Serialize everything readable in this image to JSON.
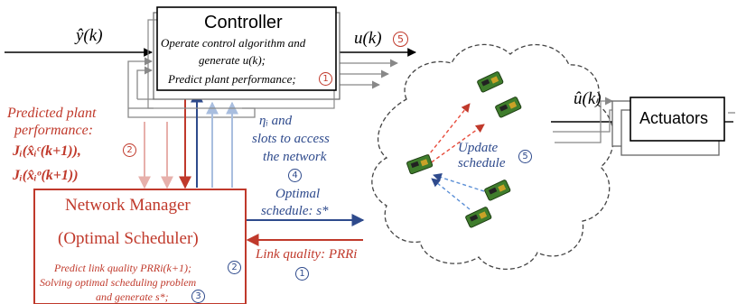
{
  "controller": {
    "title": "Controller",
    "line1": "Operate control algorithm and",
    "line2": "generate u(k);",
    "line3": "Predict plant performance;",
    "step": "1"
  },
  "signals": {
    "y_hat": "ŷ(k)",
    "u": "u(k)",
    "u_step": "5",
    "u_hat": "û(k)"
  },
  "actuators": {
    "label": "Actuators"
  },
  "predicted": {
    "line1": "Predicted plant",
    "line2": "performance:",
    "formula1": "Jᵢ(x̂ᵢᶜ(k+1)),",
    "formula2": "Jᵢ(x̂ᵢᵒ(k+1))",
    "step": "2"
  },
  "eta": {
    "line1": "ηᵢ and",
    "line2": "slots to access",
    "line3": "the network",
    "step": "4"
  },
  "optimal": {
    "line1": "Optimal",
    "line2": "schedule: s*"
  },
  "link": {
    "label": "Link quality: PRRi",
    "step": "1"
  },
  "update": {
    "line1": "Update",
    "line2": "schedule",
    "step": "5"
  },
  "manager": {
    "title1": "Network Manager",
    "title2": "(Optimal Scheduler)",
    "line1": "Predict link quality PRRi(k+1);",
    "step1": "2",
    "line2": "Solving optimal scheduling problem",
    "line3": "and generate s*;",
    "step2": "3"
  },
  "colors": {
    "red": "#c0392b",
    "blue": "#2e4a8c",
    "light_red": "#e7b0ab",
    "light_blue": "#a9bedf",
    "gray": "#888888",
    "node_green": "#3f7d2c"
  }
}
